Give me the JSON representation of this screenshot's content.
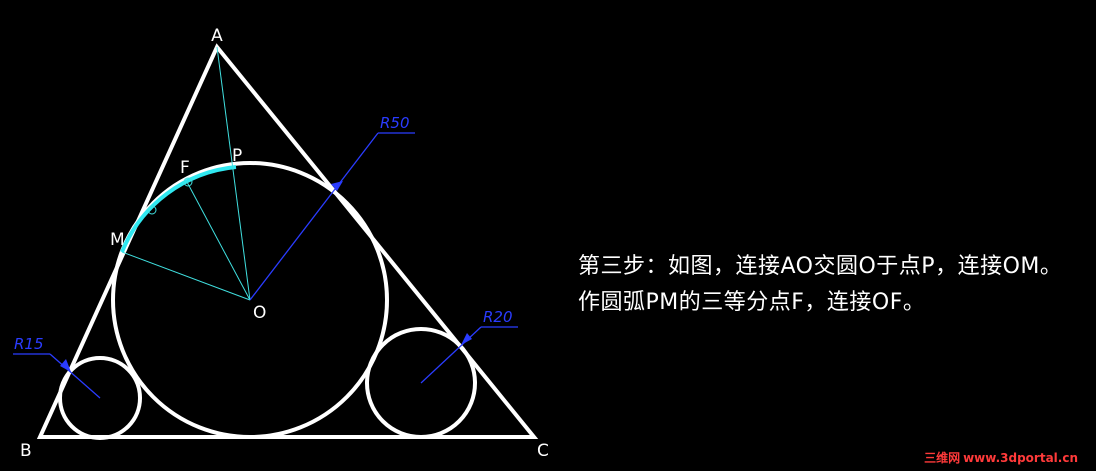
{
  "points": {
    "A": "A",
    "B": "B",
    "C": "C",
    "O": "O",
    "P": "P",
    "M": "M",
    "F": "F"
  },
  "dimensions": {
    "large": "R50",
    "right": "R20",
    "left": "R15"
  },
  "caption": {
    "line1": "第三步：如图，连接AO交圆O于点P，连接OM。",
    "line2": "作圆弧PM的三等分点F，连接OF。"
  },
  "watermark": {
    "site_name": "三维网",
    "url": "www.3dportal.cn"
  },
  "colors": {
    "background": "#000000",
    "geometry": "#ffffff",
    "construction": "#40e0e0",
    "highlight_arc": "#30e8f0",
    "dimension": "#2a3cff",
    "watermark": "#ff3a3a"
  }
}
